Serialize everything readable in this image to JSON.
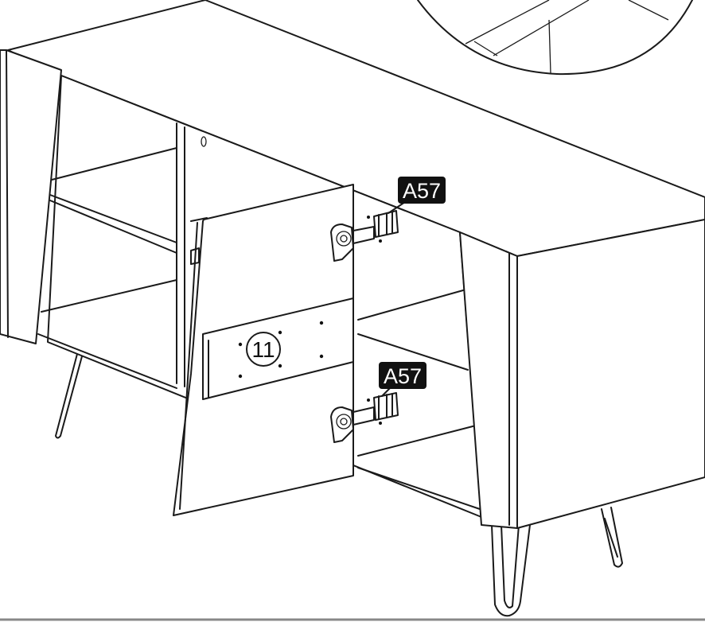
{
  "colors": {
    "line": "#1a1a1a",
    "panel": "#ffffff",
    "tag_background": "#111111",
    "tag_text": "#ffffff"
  },
  "part_labels": {
    "hinge_top": "A57",
    "hinge_bottom": "A57"
  },
  "step_number": "11"
}
